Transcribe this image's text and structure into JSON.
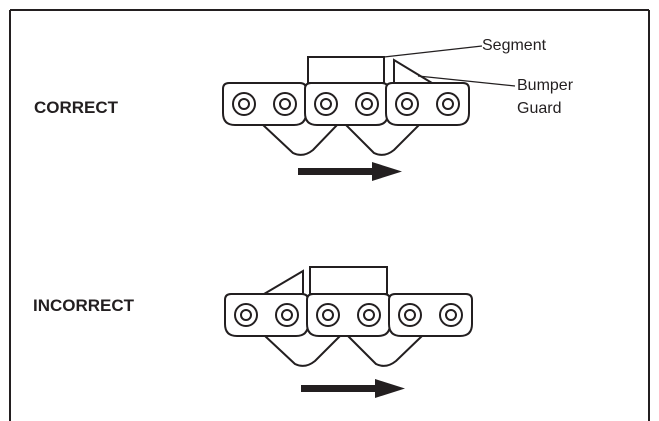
{
  "labels": {
    "correct": "CORRECT",
    "incorrect": "INCORRECT",
    "segment": "Segment",
    "bumper_line1": "Bumper",
    "bumper_line2": "Guard"
  },
  "colors": {
    "ink": "#231f20",
    "background": "#ffffff"
  }
}
